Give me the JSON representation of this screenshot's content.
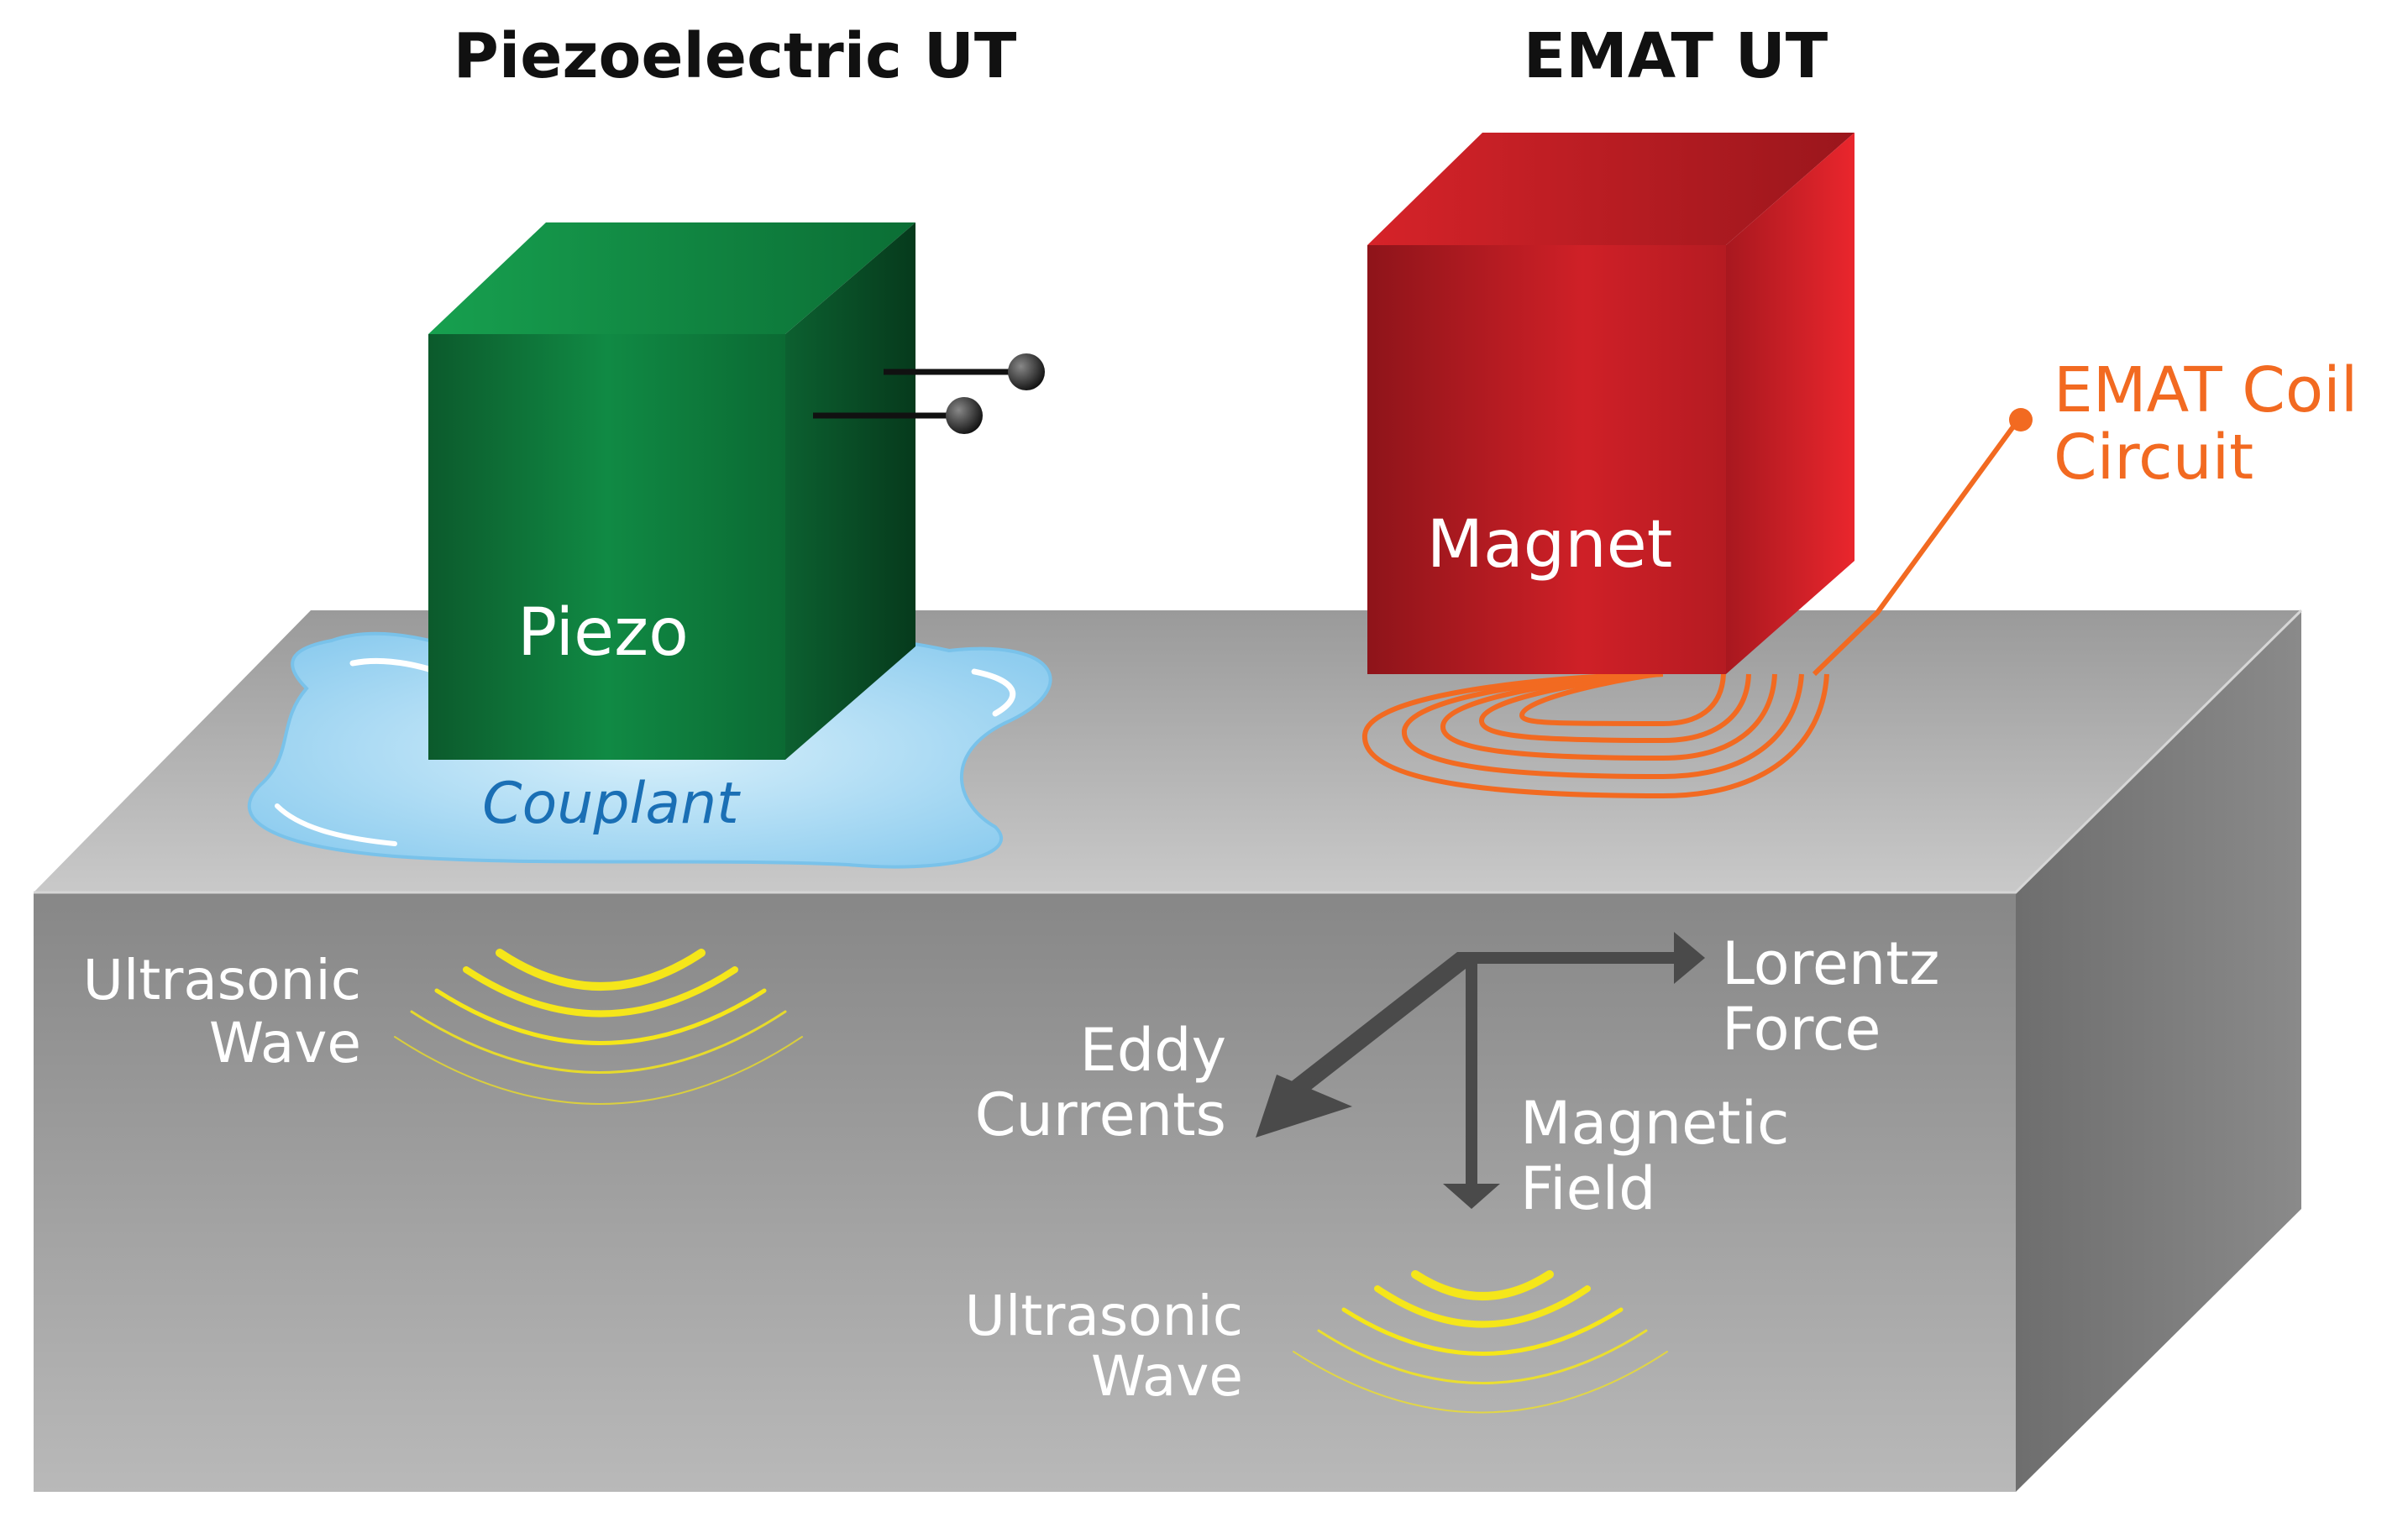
{
  "titles": {
    "piezo_ut": "Piezoelectric UT",
    "emat_ut": "EMAT UT"
  },
  "piezo_side": {
    "block_label": "Piezo",
    "couplant_label": "Couplant",
    "wave_label_line1": "Ultrasonic",
    "wave_label_line2": "Wave"
  },
  "emat_side": {
    "block_label": "Magnet",
    "coil_label_line1": "EMAT Coil",
    "coil_label_line2": "Circuit",
    "lorentz_line1": "Lorentz",
    "lorentz_line2": "Force",
    "eddy_line1": "Eddy",
    "eddy_line2": "Currents",
    "magnetic_line1": "Magnetic",
    "magnetic_line2": "Field",
    "wave_label_line1": "Ultrasonic",
    "wave_label_line2": "Wave"
  },
  "colors": {
    "piezo_green": "#0f7a3c",
    "magnet_red": "#c81e24",
    "coil_orange": "#f26a21",
    "couplant_blue": "#1a6fb5",
    "wave_yellow": "#f5e61a",
    "arrow_gray": "#4a4a4a",
    "slab_gray": "#8c8c8c"
  }
}
